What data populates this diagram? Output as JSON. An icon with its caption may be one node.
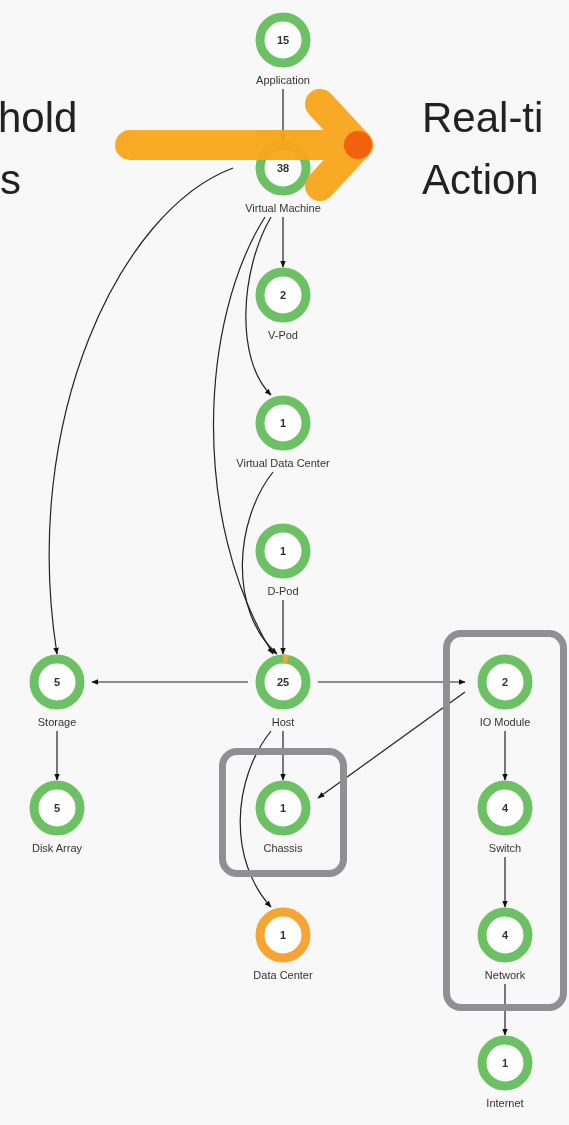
{
  "diagram": {
    "nodes": [
      {
        "text": [
          "15",
          "Application"
        ]
      },
      {
        "text": [
          "38",
          "Virtual Machine"
        ]
      },
      {
        "text": [
          "2",
          "V-Pod"
        ]
      },
      {
        "text": [
          "1",
          "Virtual Data Center"
        ]
      },
      {
        "text": [
          "1",
          "D-Pod"
        ]
      },
      {
        "text": [
          "5",
          "Storage"
        ]
      },
      {
        "text": [
          "25",
          "Host"
        ]
      },
      {
        "text": [],
        "shape": "box"
      },
      {
        "text": [
          "2",
          "IO Module"
        ],
        "in": 7
      },
      {
        "text": [],
        "shape": "box"
      },
      {
        "text": [
          "1",
          "Chassis"
        ],
        "in": 9
      },
      {
        "text": [
          "5",
          "Disk Array"
        ]
      },
      {
        "text": [
          "4",
          "Switch"
        ],
        "in": 7
      },
      {
        "text": [
          "1",
          "Data Center"
        ]
      },
      {
        "text": [
          "4",
          "Network"
        ],
        "in": 7
      },
      {
        "text": [
          "1",
          "Internet"
        ]
      }
    ],
    "edges": [
      {
        "from": 0,
        "to": 1,
        "arrow": "to"
      },
      {
        "from": 1,
        "to": 2,
        "arrow": "to"
      },
      {
        "from": 1,
        "to": 3,
        "arrow": "to"
      },
      {
        "from": 1,
        "to": 6,
        "arrow": "to"
      },
      {
        "from": 1,
        "to": 5,
        "arrow": "to"
      },
      {
        "from": 3,
        "to": 6,
        "arrow": "to"
      },
      {
        "from": 4,
        "to": 6,
        "arrow": "to"
      },
      {
        "from": 6,
        "to": 5,
        "arrow": "to"
      },
      {
        "from": 5,
        "to": 11,
        "arrow": "to"
      },
      {
        "from": 6,
        "to": 8,
        "arrow": "to"
      },
      {
        "from": 6,
        "to": 10,
        "arrow": "to"
      },
      {
        "from": 6,
        "to": 13,
        "arrow": "to"
      },
      {
        "from": 8,
        "to": 10,
        "arrow": "to"
      },
      {
        "from": 8,
        "to": 12,
        "arrow": "to"
      },
      {
        "from": 12,
        "to": 14,
        "arrow": "to"
      },
      {
        "from": 14,
        "to": 15,
        "arrow": "to"
      }
    ],
    "labels": [
      "hold",
      "s",
      "Real-ti",
      "Action"
    ]
  }
}
